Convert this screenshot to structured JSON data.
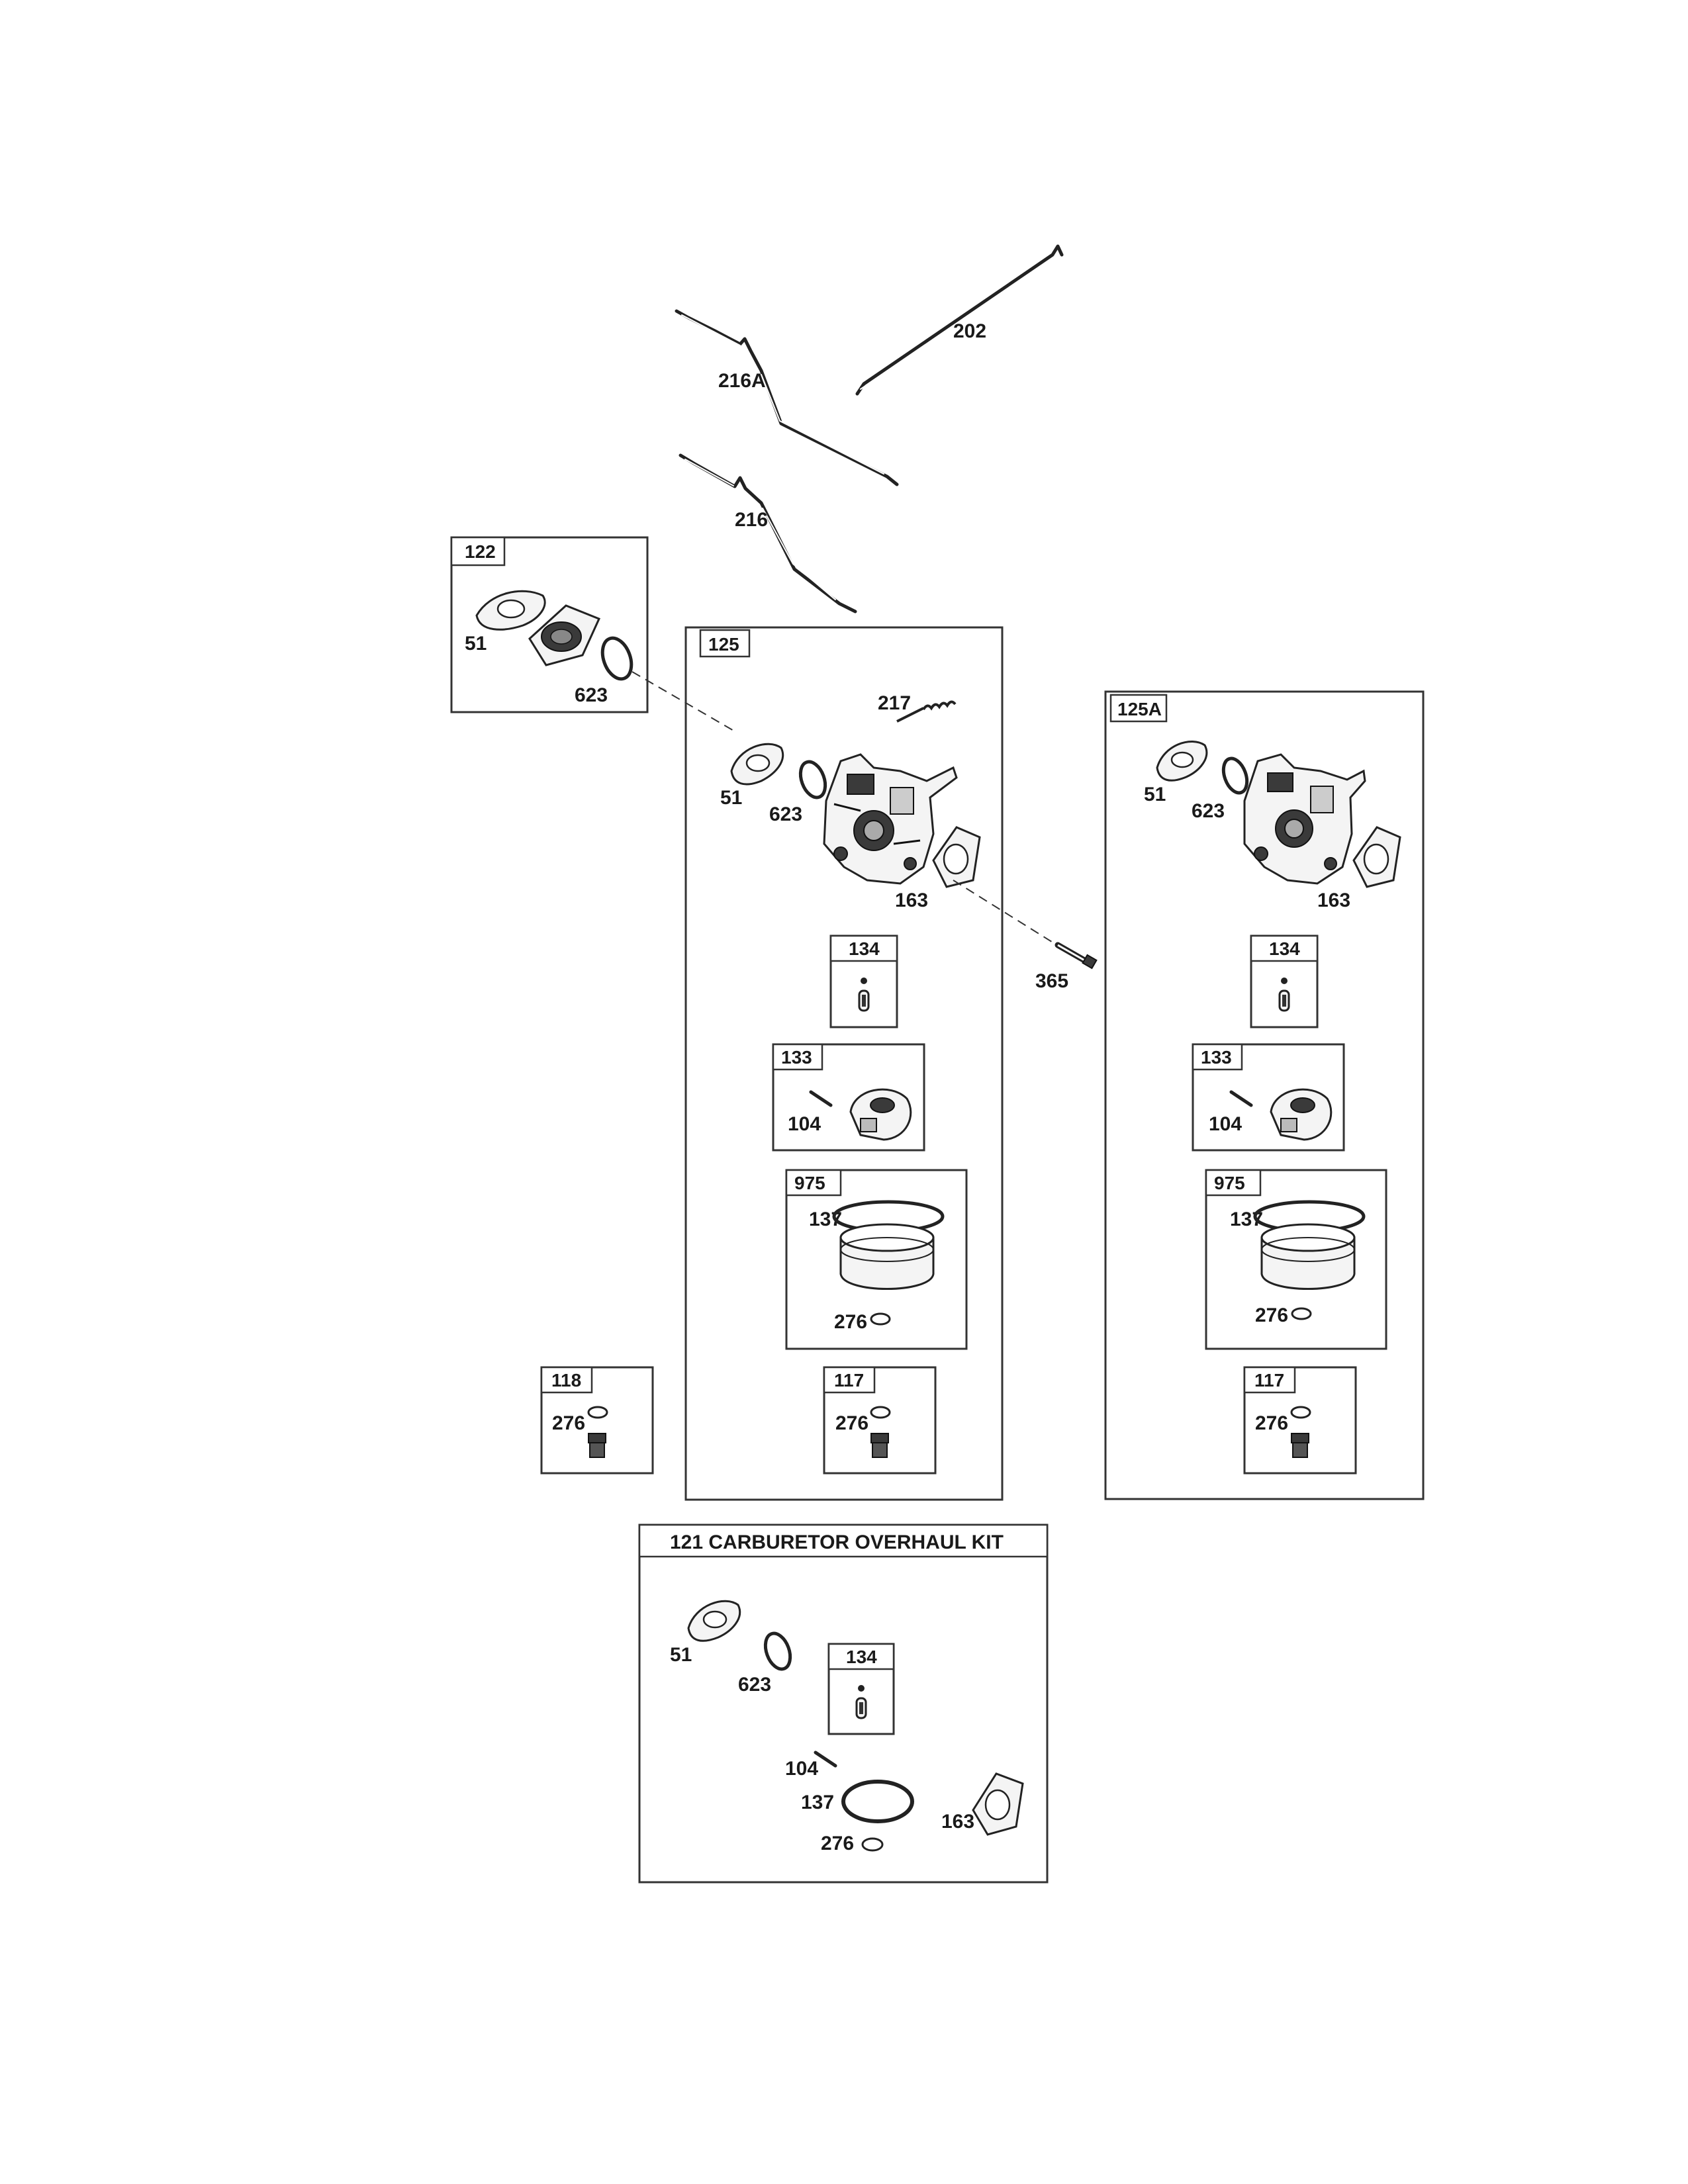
{
  "parts": {
    "rod_202": "202",
    "rod_216a": "216A",
    "rod_216": "216",
    "spring_217": "217",
    "bolt_365": "365"
  },
  "kit_122": {
    "header": "122",
    "gasket": "51",
    "oring": "623"
  },
  "assembly_125": {
    "header": "125",
    "gasket": "51",
    "oring": "623",
    "spring": "217",
    "gasket_163": "163",
    "box_134": {
      "header": "134"
    },
    "box_133": {
      "header": "133",
      "pin": "104"
    },
    "box_975": {
      "header": "975",
      "bowl": "137",
      "washer": "276"
    },
    "box_117": {
      "header": "117",
      "washer": "276"
    }
  },
  "assembly_125a": {
    "header": "125A",
    "gasket": "51",
    "oring": "623",
    "gasket_163": "163",
    "box_134": {
      "header": "134"
    },
    "box_133": {
      "header": "133",
      "pin": "104"
    },
    "box_975": {
      "header": "975",
      "bowl": "137",
      "washer": "276"
    },
    "box_117": {
      "header": "117",
      "washer": "276"
    }
  },
  "kit_118": {
    "header": "118",
    "washer": "276"
  },
  "kit_121": {
    "title": "121 CARBURETOR OVERHAUL KIT",
    "gasket": "51",
    "oring": "623",
    "box_134": "134",
    "pin": "104",
    "bowl_ring": "137",
    "washer": "276",
    "gasket_163": "163"
  }
}
